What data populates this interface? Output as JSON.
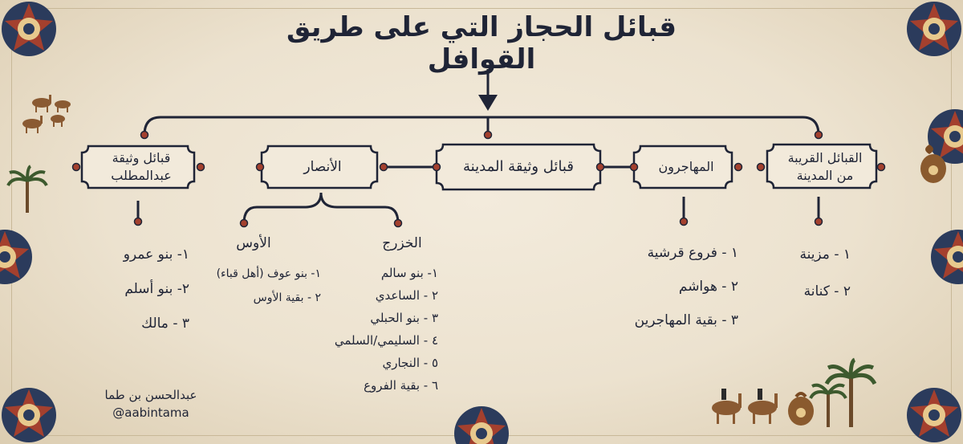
{
  "title": "قبائل الحجاز التي على طريق القوافل",
  "colors": {
    "ink": "#1f2436",
    "dot": "#a4402e",
    "ornament": "#2b3b5c",
    "gold": "#b8843b"
  },
  "nodes": {
    "center": "قبائل وثيقة المدينة",
    "ansar": "الأنصار",
    "abd": {
      "line1": "قبائل وثيقة",
      "line2": "عبدالمطلب"
    },
    "muhajirun": "المهاجرون",
    "near": {
      "line1": "القبائل القريبة",
      "line2": "من المدينة"
    }
  },
  "abd_list": [
    "١- بنو عمرو",
    "٢- بنو أسلم",
    "٣ - مالك"
  ],
  "aws": {
    "heading": "الأوس",
    "items": [
      "١- بنو عوف (أهل قباء)",
      "٢ - بقية الأوس"
    ]
  },
  "khazraj": {
    "heading": "الخزرج",
    "items": [
      "١- بنو سالم",
      "٢ - الساعدي",
      "٣ - بنو الحبلي",
      "٤ - السليمي/السلمي",
      "٥ - النجاري",
      "٦ - بقية الفروع"
    ]
  },
  "muhajirun_list": [
    "١ - فروع قرشية",
    "٢ - هواشم",
    "٣ - بقية المهاجرين"
  ],
  "near_list": [
    "١ - مزينة",
    "٢ - كنانة"
  ],
  "credit": {
    "author": "عبدالحسن بن طما",
    "handle": "@aabintama"
  },
  "decor_icons": [
    "star-ornament-icon",
    "camel-caravan-icon",
    "palm-tree-icon",
    "money-bag-icon"
  ]
}
